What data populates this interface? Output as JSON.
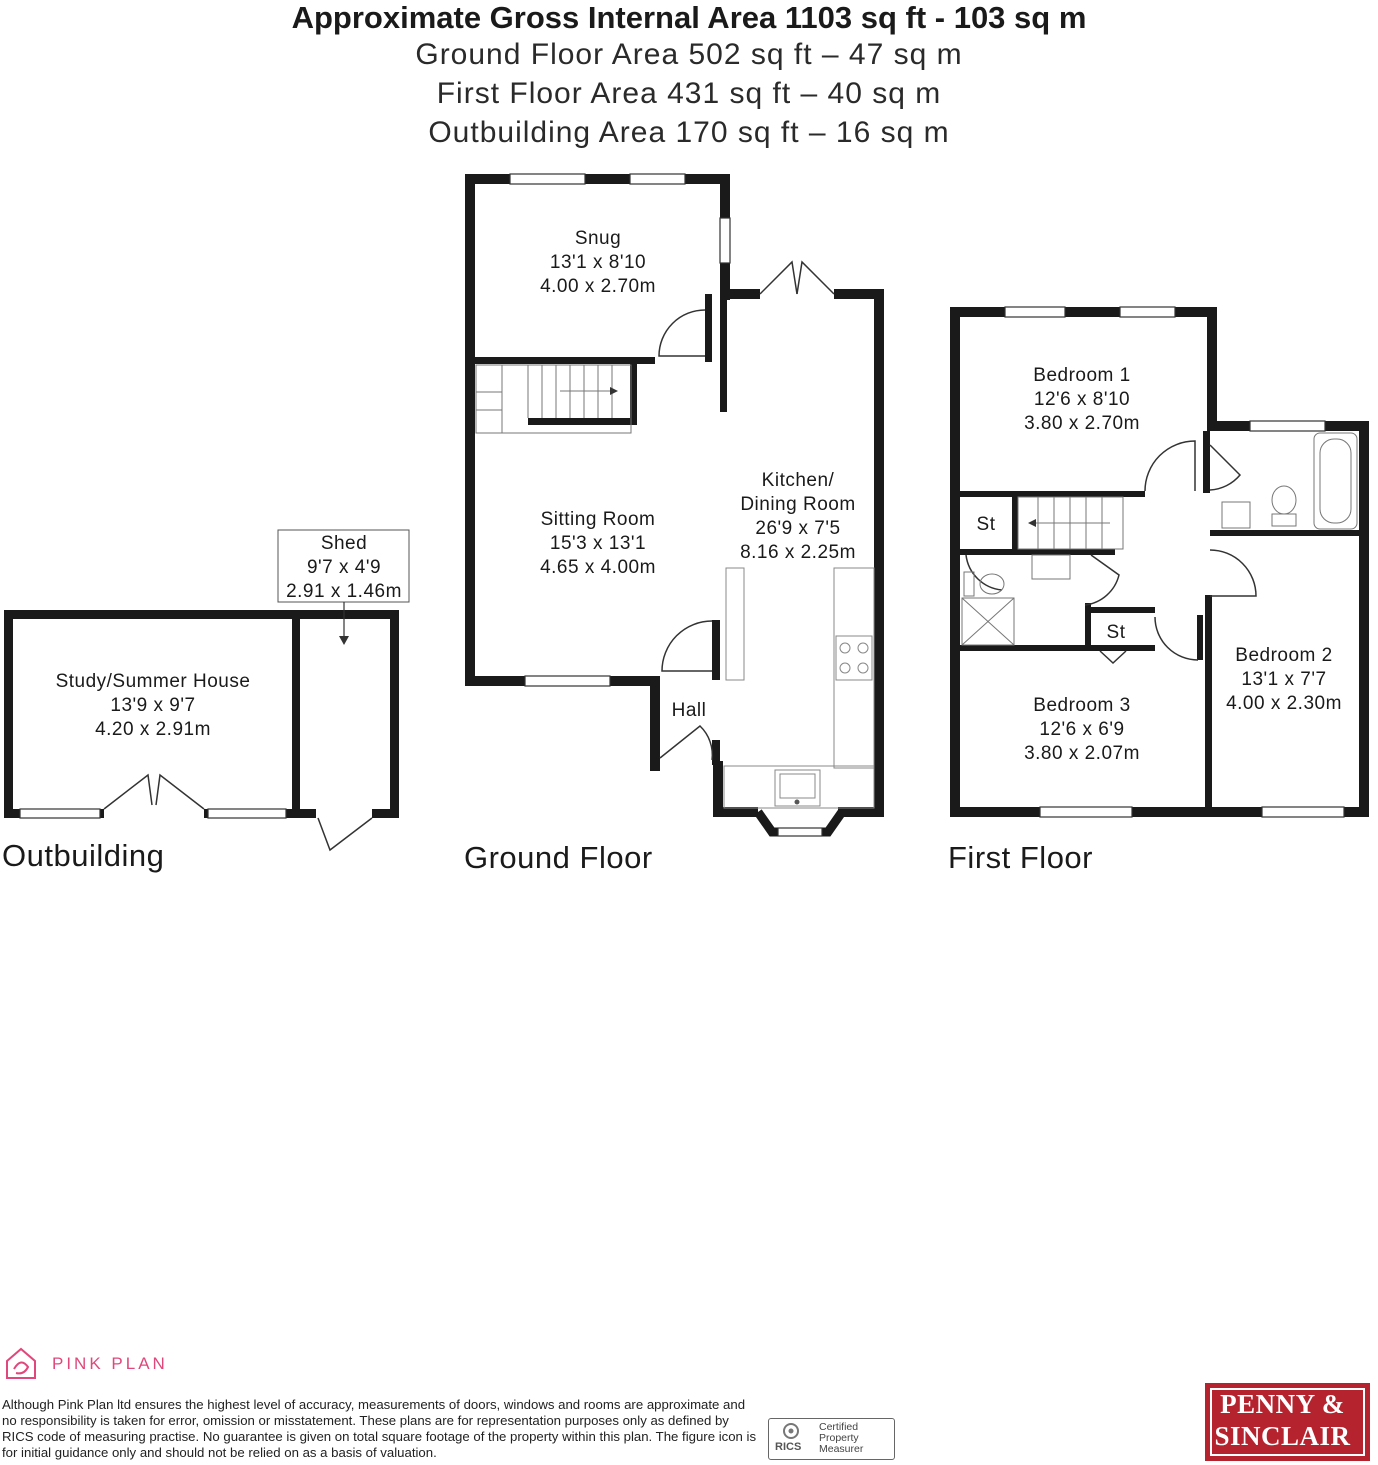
{
  "header": {
    "title": "Approximate Gross Internal Area 1103 sq ft - 103 sq m",
    "ground_area": "Ground Floor Area 502 sq ft – 47 sq m",
    "first_area": "First Floor Area 431 sq ft – 40 sq m",
    "outbuilding_area": "Outbuilding Area 170 sq ft – 16 sq m"
  },
  "floors": {
    "outbuilding": "Outbuilding",
    "ground": "Ground Floor",
    "first": "First Floor"
  },
  "rooms": {
    "snug": {
      "name": "Snug",
      "imperial": "13'1 x 8'10",
      "metric": "4.00 x 2.70m"
    },
    "sitting": {
      "name": "Sitting Room",
      "imperial": "15'3 x 13'1",
      "metric": "4.65 x 4.00m"
    },
    "kitchen": {
      "name1": "Kitchen/",
      "name2": "Dining Room",
      "imperial": "26'9 x 7'5",
      "metric": "8.16 x 2.25m"
    },
    "hall": {
      "name": "Hall"
    },
    "shed": {
      "name": "Shed",
      "imperial": "9'7 x 4'9",
      "metric": "2.91 x 1.46m"
    },
    "study": {
      "name": "Study/Summer House",
      "imperial": "13'9 x 9'7",
      "metric": "4.20 x 2.91m"
    },
    "bed1": {
      "name": "Bedroom 1",
      "imperial": "12'6 x 8'10",
      "metric": "3.80 x 2.70m"
    },
    "bed2": {
      "name": "Bedroom 2",
      "imperial": "13'1 x 7'7",
      "metric": "4.00 x 2.30m"
    },
    "bed3": {
      "name": "Bedroom 3",
      "imperial": "12'6 x 6'9",
      "metric": "3.80 x 2.07m"
    },
    "store": {
      "name": "St"
    }
  },
  "footer": {
    "brand": "PINK PLAN",
    "disclaimer": "Although Pink Plan ltd ensures the highest level of accuracy, measurements of doors, windows and rooms are approximate and no responsibility is taken for error, omission or misstatement. These plans are for representation purposes only as defined by RICS code of measuring practise. No guarantee is given on total square footage of the property within this plan. The figure icon is for initial guidance only and should not be relied on as a basis of valuation.",
    "rics": "RICS",
    "certified": "Certified\nProperty\nMeasurer",
    "agent_line1": "PENNY &",
    "agent_line2": "SINCLAIR"
  },
  "colors": {
    "brand_pink": "#e0477c",
    "agent_red": "#b5232e",
    "wall": "#1a1a1a"
  },
  "icons": [
    "house-logo-icon",
    "rics-logo-icon"
  ]
}
